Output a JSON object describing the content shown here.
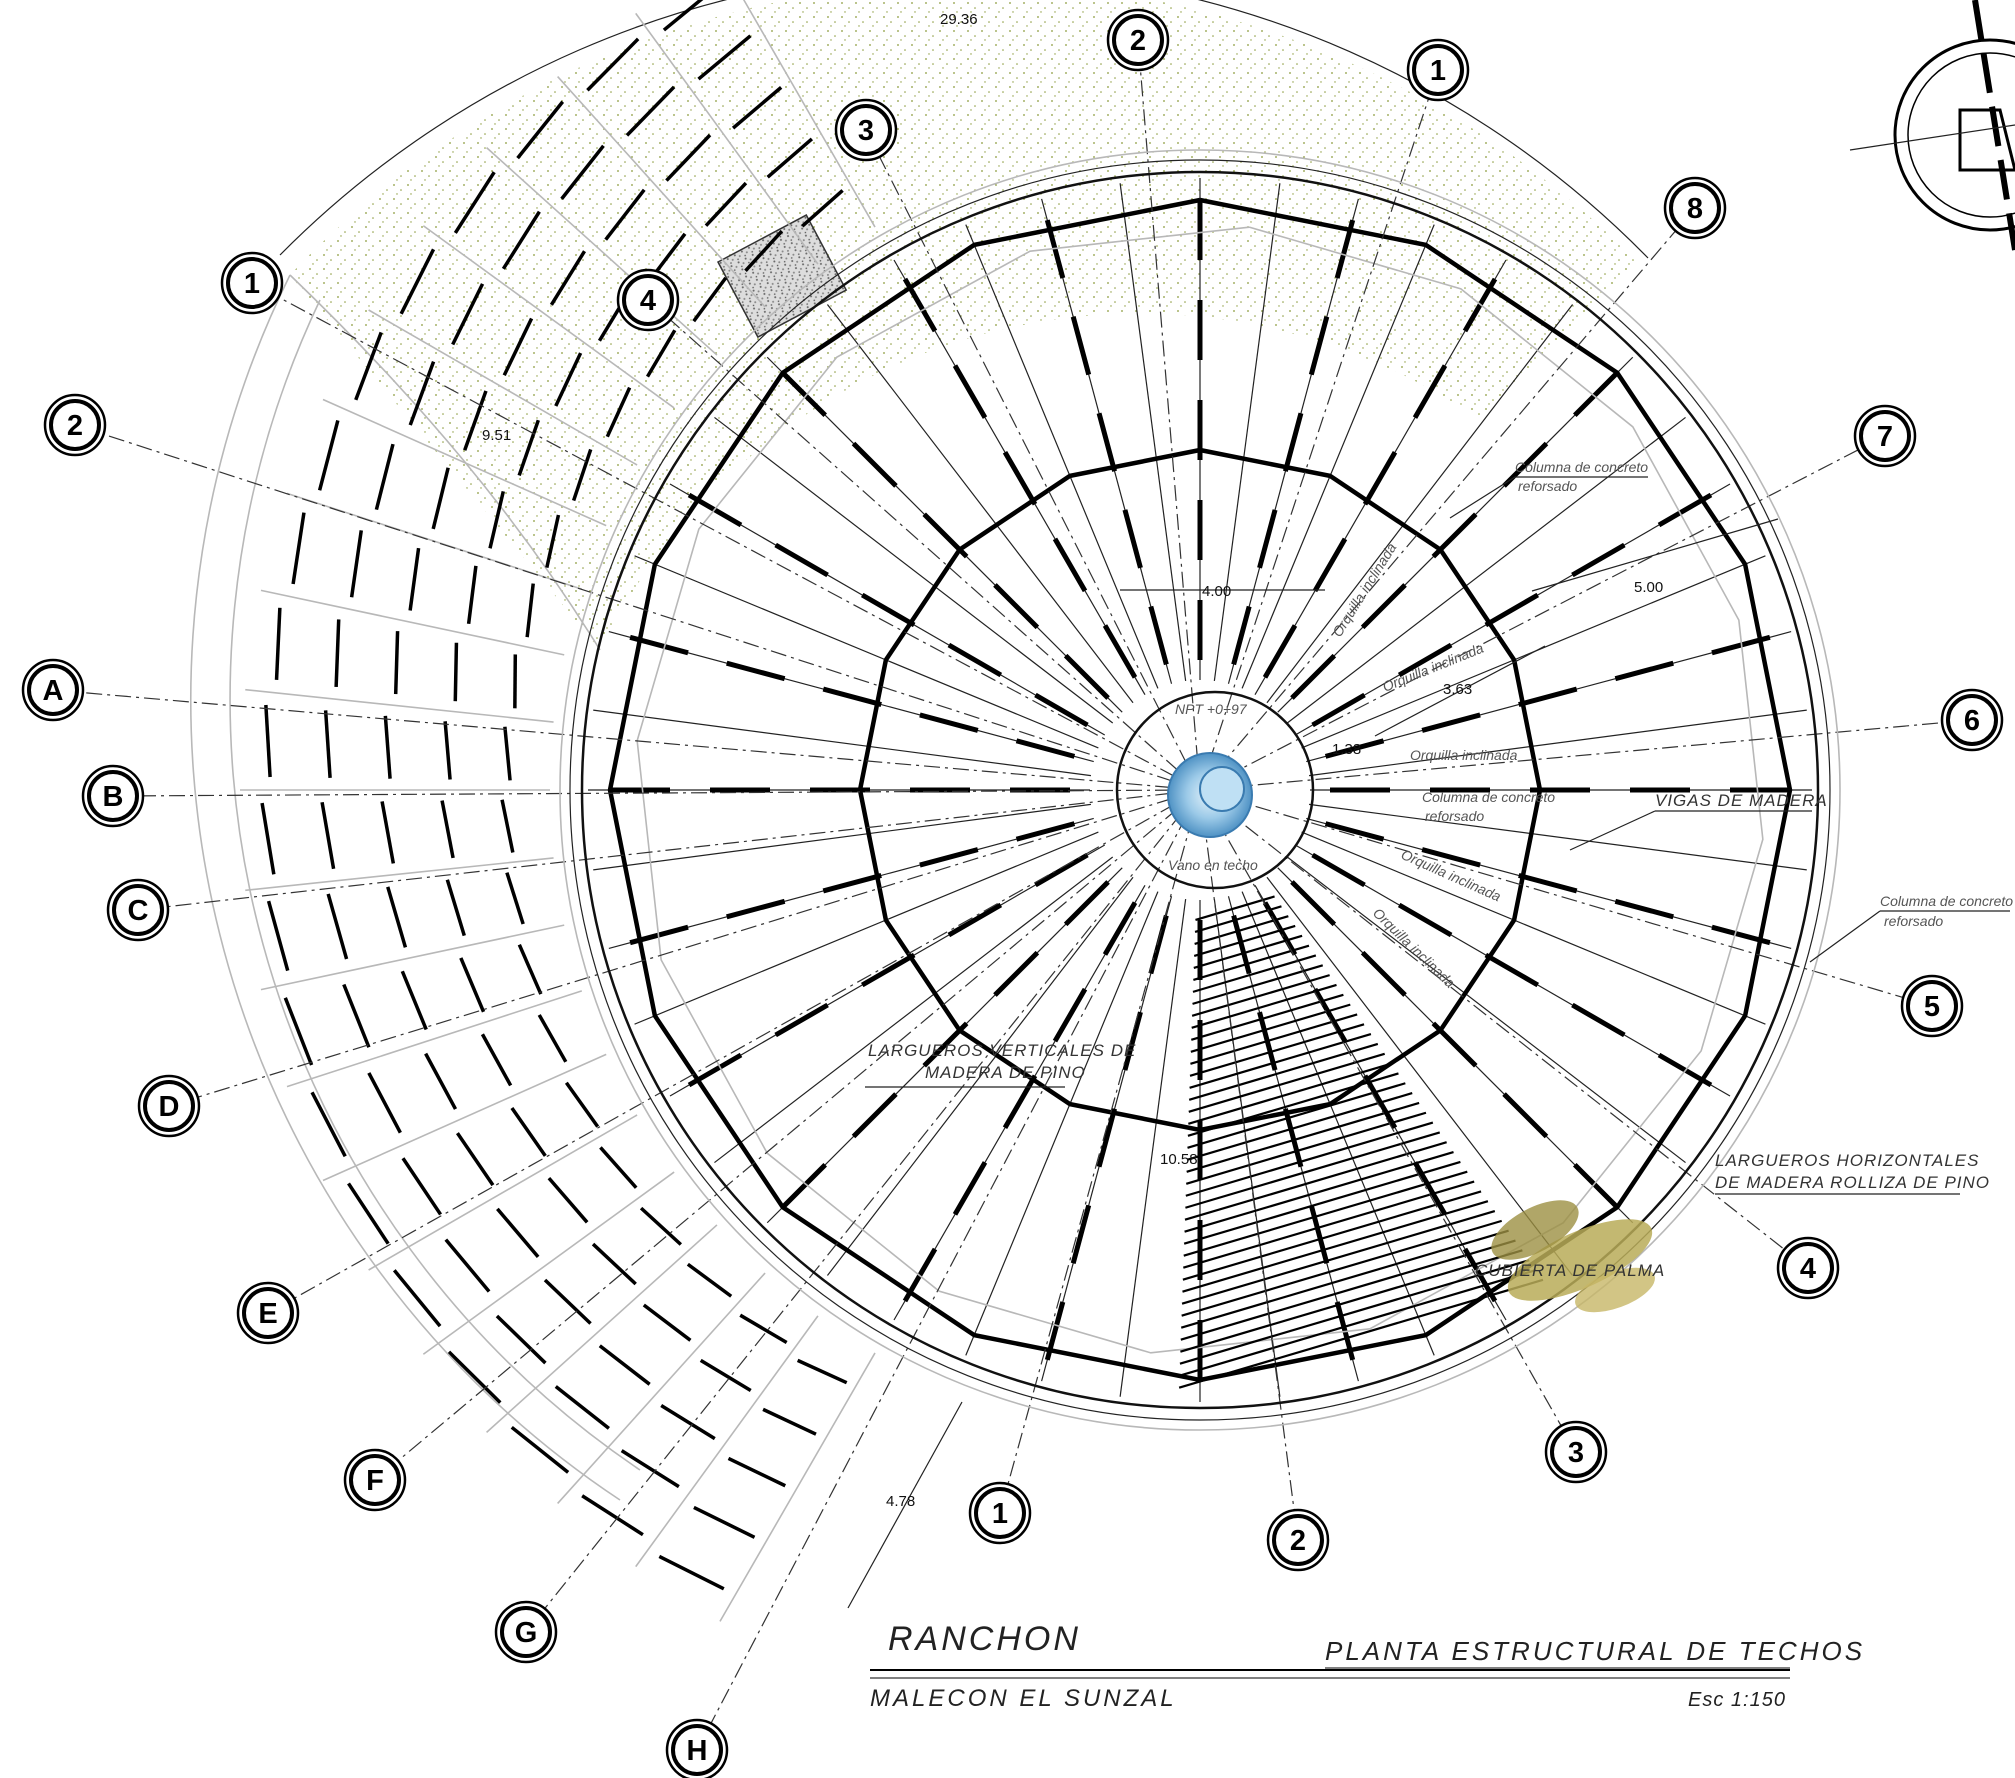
{
  "drawing": {
    "title": "RANCHON",
    "subtitle": "MALECON EL SUNZAL",
    "sheet_title": "PLANTA ESTRUCTURAL DE TECHOS",
    "scale": "Esc 1:150"
  },
  "dimensions": {
    "arc_outer": "29.36",
    "arc_inner": "9.51",
    "d1": "4.00",
    "d2": "5.00",
    "d3": "3.63",
    "d4": "1.38",
    "d5": "10.58",
    "d6": "4.78"
  },
  "notes": {
    "npt": "NPT +0+97",
    "vano": "Vano en techo",
    "orquilla_1": "Orquilla inclinada",
    "orquilla_2": "Orquilla inclinada",
    "orquilla_3": "Orquilla inclinada",
    "orquilla_4": "Orquilla inclinada",
    "orquilla_5": "Orquilla inclinada",
    "columna_1_a": "Columna de concreto",
    "columna_1_b": "reforsado",
    "columna_2_a": "Columna de concreto",
    "columna_2_b": "reforsado",
    "columna_3_a": "Columna de concreto",
    "columna_3_b": "reforsado",
    "vigas": "VIGAS DE MADERA",
    "largueros_v_a": "LARGUEROS VERTICALES DE",
    "largueros_v_b": "MADERA DE PINO",
    "largueros_h_a": "LARGUEROS HORIZONTALES",
    "largueros_h_b": "DE MADERA ROLLIZA DE PINO",
    "cubierta": "CUBIERTA DE PALMA"
  },
  "grid_bubbles": {
    "top_2": "2",
    "top_1": "1",
    "top_3": "3",
    "top_4": "4",
    "left_1": "1",
    "left_2": "2",
    "r8": "8",
    "r7": "7",
    "r6": "6",
    "r5": "5",
    "r4": "4",
    "r3": "3",
    "b2": "2",
    "b1": "1",
    "A": "A",
    "B": "B",
    "C": "C",
    "D": "D",
    "E": "E",
    "F": "F",
    "G": "G",
    "H": "H"
  },
  "colors": {
    "line": "#000000",
    "grey_line": "#b8b8b8",
    "skylight": "#5a9fd0",
    "hatch_dots": "#8a9a3a",
    "palm": "#a89a4a"
  }
}
